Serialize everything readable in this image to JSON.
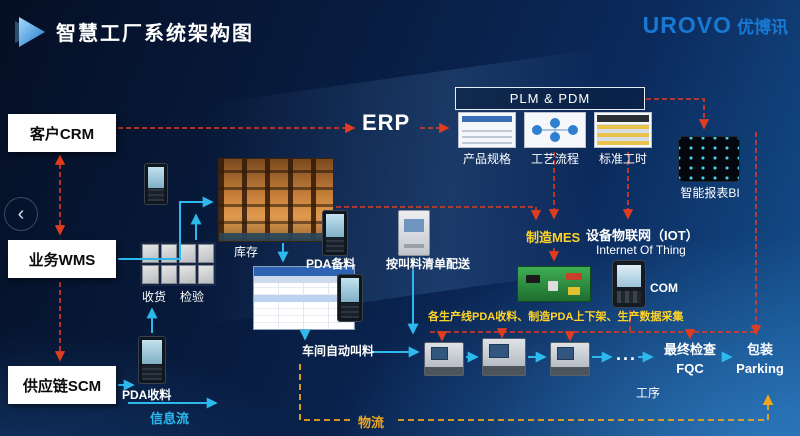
{
  "header": {
    "title": "智慧工厂系统架构图",
    "logo_en": "UROVO",
    "logo_cn": "优博讯"
  },
  "left_nav": {
    "back_arrow": "‹",
    "crm": "客户CRM",
    "wms": "业务WMS",
    "scm": "供应链SCM"
  },
  "top_row": {
    "erp": "ERP",
    "plm_pdm": "PLM & PDM",
    "product_spec": "产品规格",
    "process_flow": "工艺流程",
    "standard_hours": "标准工时",
    "bi": "智能报表BI"
  },
  "middle": {
    "inventory": "库存",
    "mes": "制造MES",
    "iot": "设备物联网（IOT）",
    "iot_en": "Internet Of Thing",
    "pda_prepare": "PDA备料",
    "delivery_by_list": "按叫料清单配送",
    "receiving": "收货",
    "inspection": "检验",
    "com": "COM",
    "workshop_auto_call": "车间自动叫料",
    "pda_receiving": "PDA收料",
    "production_note": "各生产线PDA收料、制造PDA上下架、生产数据采集"
  },
  "bottom": {
    "process_label": "工序",
    "ellipsis": "...",
    "fqc_cn": "最终检查",
    "fqc_en": "FQC",
    "packing_cn": "包装",
    "packing_en": "Parking",
    "info_flow": "信息流",
    "material_flow": "物流"
  },
  "colors": {
    "arrow_red": "#e03c20",
    "arrow_cyan": "#2cb9ee",
    "arrow_orange": "#f0a51e",
    "text_yellow": "#ffd428",
    "logo_blue": "#1878d2"
  }
}
